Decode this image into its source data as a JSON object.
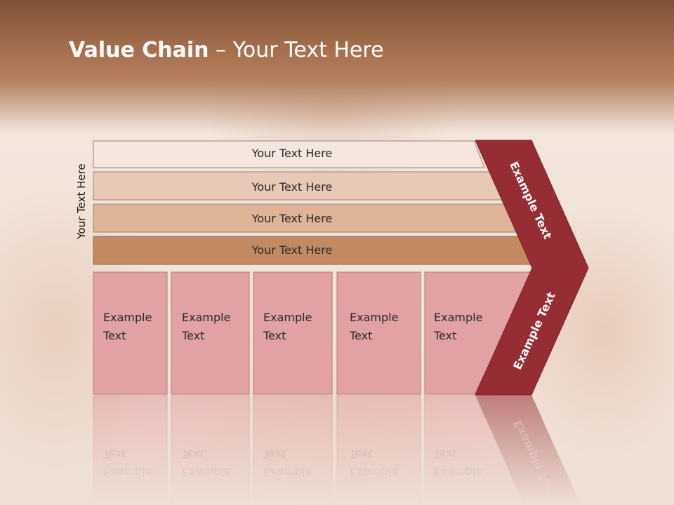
{
  "title": {
    "bold": "Value Chain",
    "rest": " – Your Text Here"
  },
  "side_label": "Your Text Here",
  "bars": [
    {
      "label": "Your Text Here",
      "color": "#f5e6df"
    },
    {
      "label": "Your Text Here",
      "color": "#e8c8b6"
    },
    {
      "label": "Your Text Here",
      "color": "#dfb397"
    },
    {
      "label": "Your Text Here",
      "color": "#c38a62"
    }
  ],
  "boxes": [
    {
      "line1": "Example",
      "line2": "Text"
    },
    {
      "line1": "Example",
      "line2": "Text"
    },
    {
      "line1": "Example",
      "line2": "Text"
    },
    {
      "line1": "Example",
      "line2": "Text"
    },
    {
      "line1": "Example",
      "line2": "Text"
    }
  ],
  "chevron": {
    "top_label": "Example Text",
    "bottom_label": "Example Text",
    "color": "#962c34"
  },
  "colors": {
    "box_fill": "#e2a1a2",
    "box_stroke": "#b07a7a"
  }
}
